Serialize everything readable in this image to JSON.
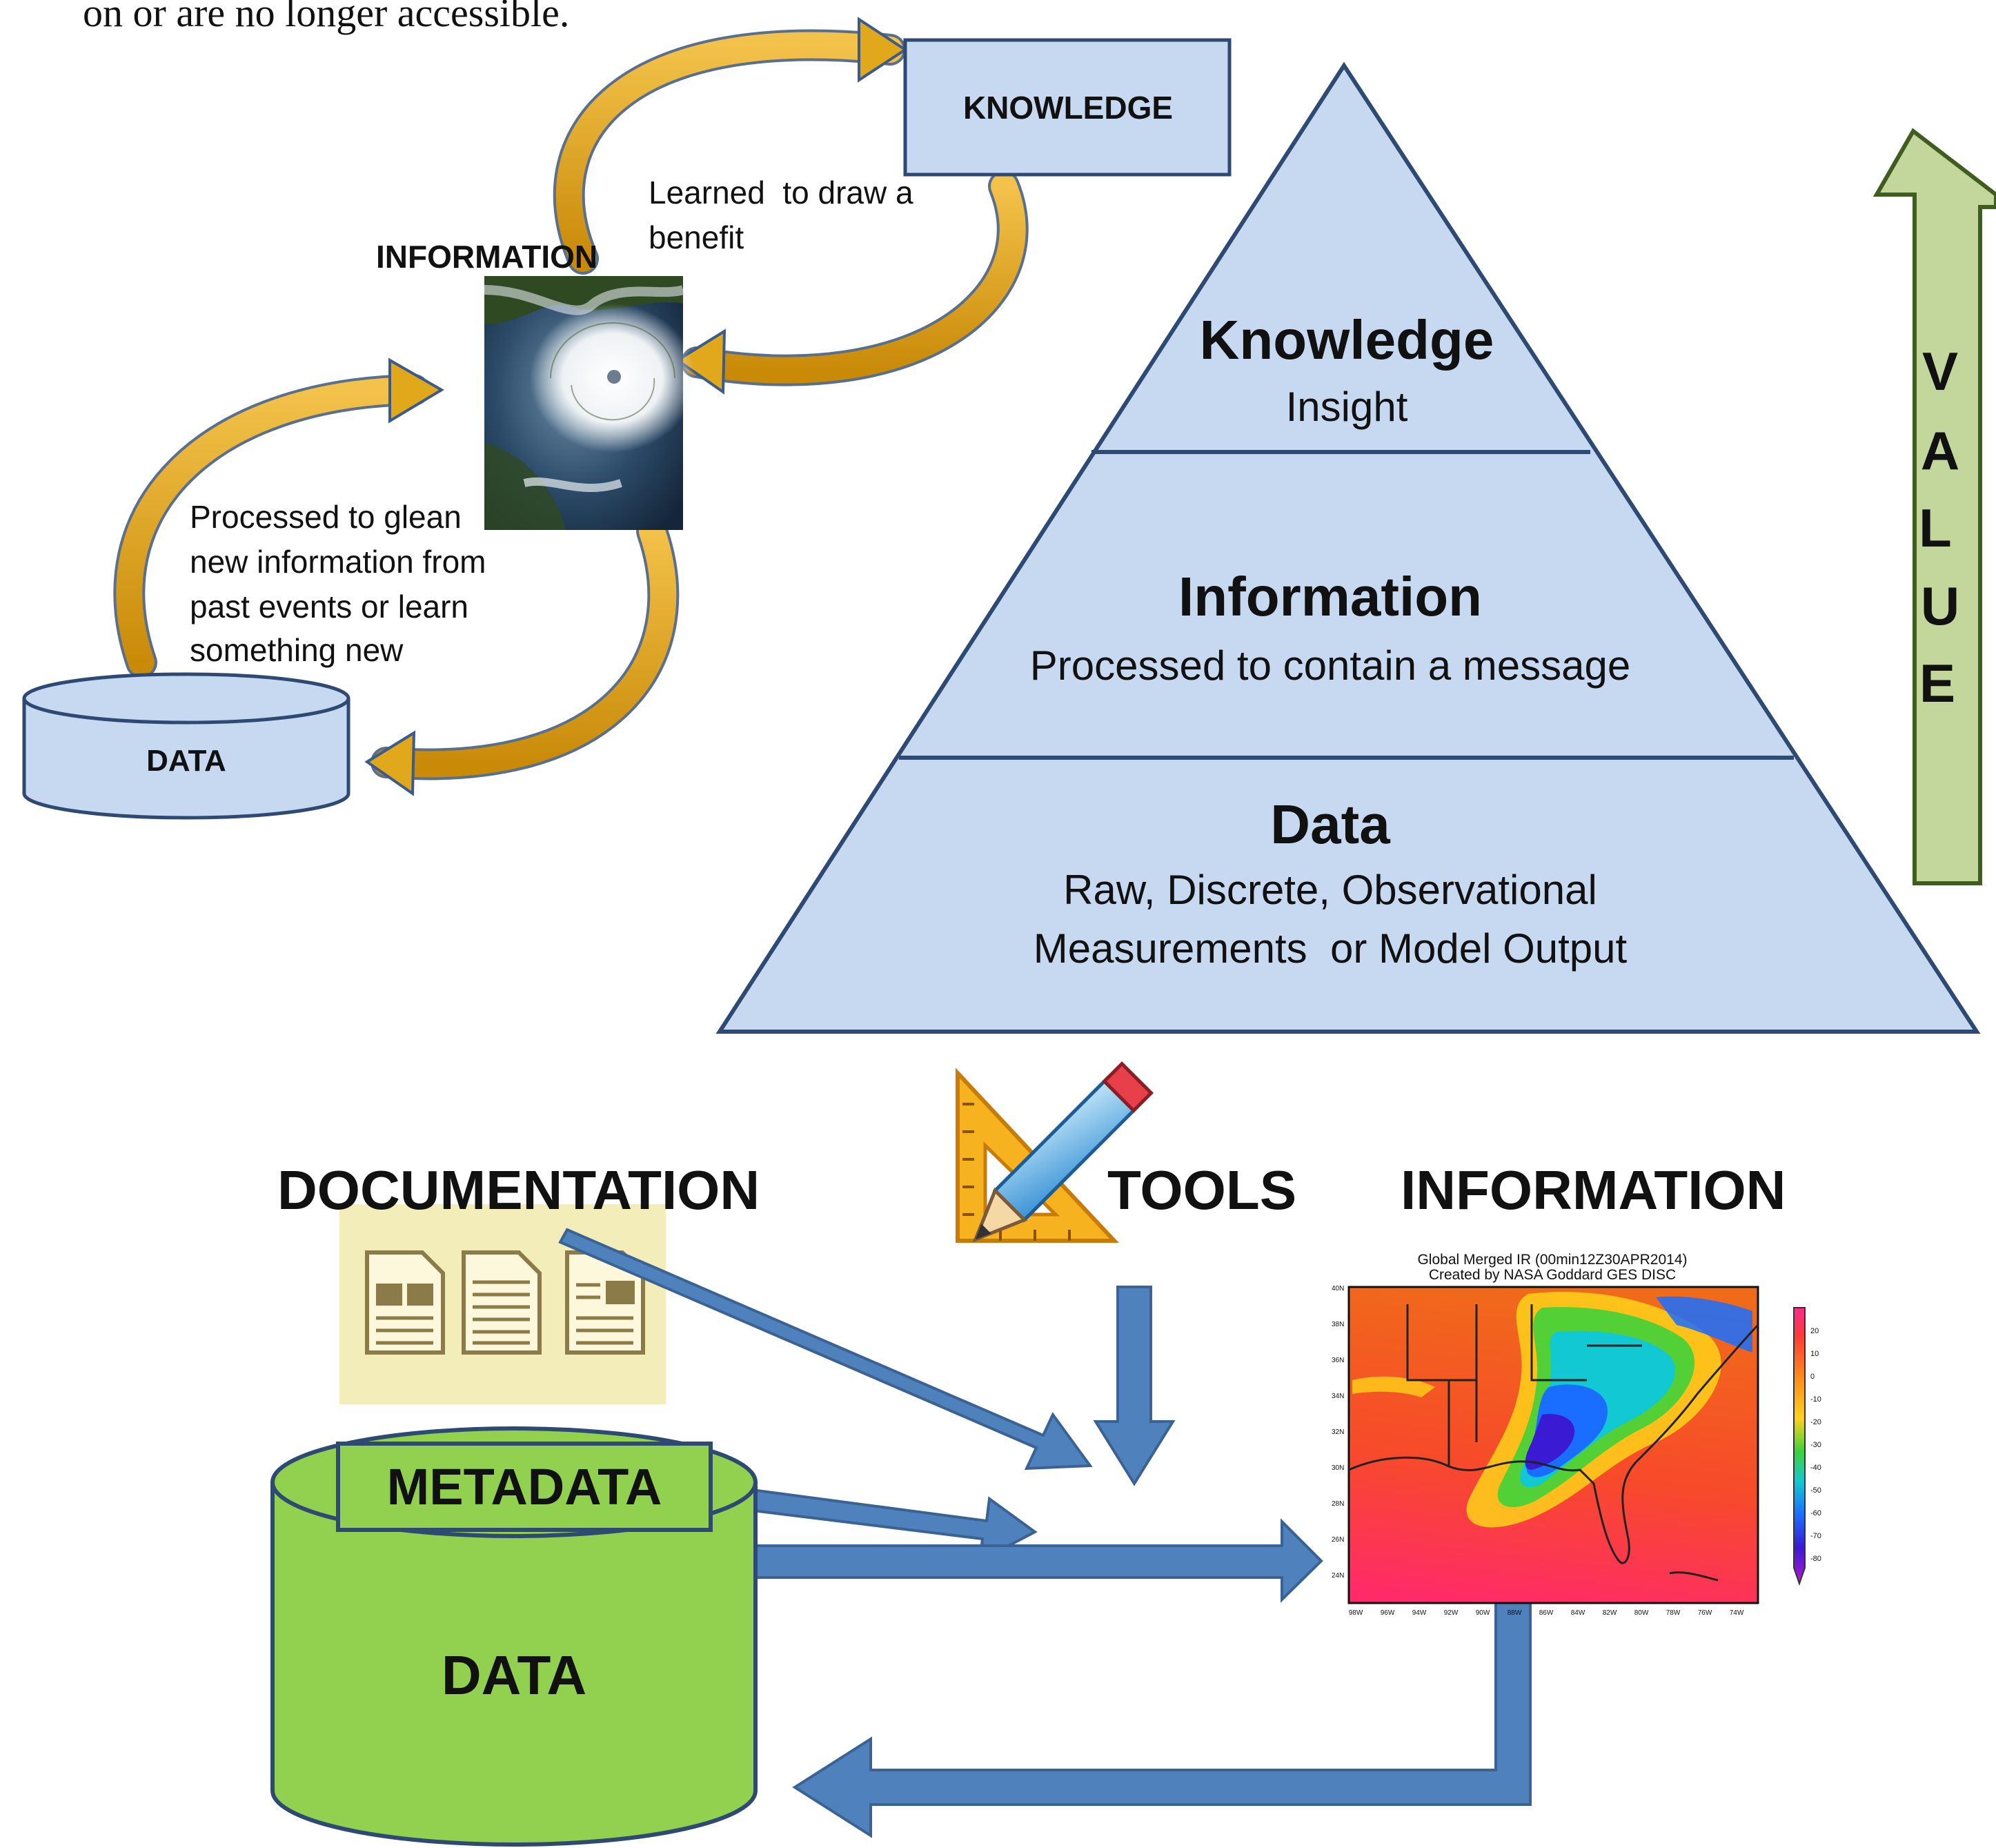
{
  "top_fragment": "on or are no longer accessible.",
  "cycle": {
    "knowledge_box": "KNOWLEDGE",
    "information_title": "INFORMATION",
    "data_cylinder": "DATA",
    "learned_text_1": "Learned  to draw a",
    "learned_text_2": "benefit",
    "processed_text_1": "Processed to glean",
    "processed_text_2": "new information from",
    "processed_text_3": "past events or learn",
    "processed_text_4": "something new"
  },
  "pyramid": {
    "knowledge_title": "Knowledge",
    "knowledge_sub": "Insight",
    "information_title": "Information",
    "information_sub": "Processed to contain a message",
    "data_title": "Data",
    "data_sub_1": "Raw, Discrete, Observational",
    "data_sub_2": "Measurements  or Model Output"
  },
  "value_arrow": {
    "letters": [
      "V",
      "A",
      "L",
      "U",
      "E"
    ]
  },
  "workflow": {
    "documentation": "DOCUMENTATION",
    "tools": "TOOLS",
    "information": "INFORMATION",
    "metadata": "METADATA",
    "data": "DATA",
    "map_title_1": "Global Merged IR (00min12Z30APR2014)",
    "map_title_2": "Created by NASA Goddard GES DISC",
    "lat_ticks": [
      "40N",
      "38N",
      "36N",
      "34N",
      "32N",
      "30N",
      "28N",
      "26N",
      "24N"
    ],
    "lon_ticks": [
      "98W",
      "96W",
      "94W",
      "92W",
      "90W",
      "88W",
      "86W",
      "84W",
      "82W",
      "80W",
      "78W",
      "76W",
      "74W"
    ],
    "colorbar_ticks": [
      "20",
      "10",
      "0",
      "-10",
      "-20",
      "-30",
      "-40",
      "-50",
      "-60",
      "-70",
      "-80"
    ]
  },
  "colors": {
    "light_blue_fill": "#c6d9f1",
    "dark_blue_stroke": "#2e4a73",
    "gold_arrow": "#e0a81a",
    "green_fill": "#92d050",
    "value_arrow_fill": "#c3d69b",
    "flow_arrow": "#4f81bd"
  }
}
